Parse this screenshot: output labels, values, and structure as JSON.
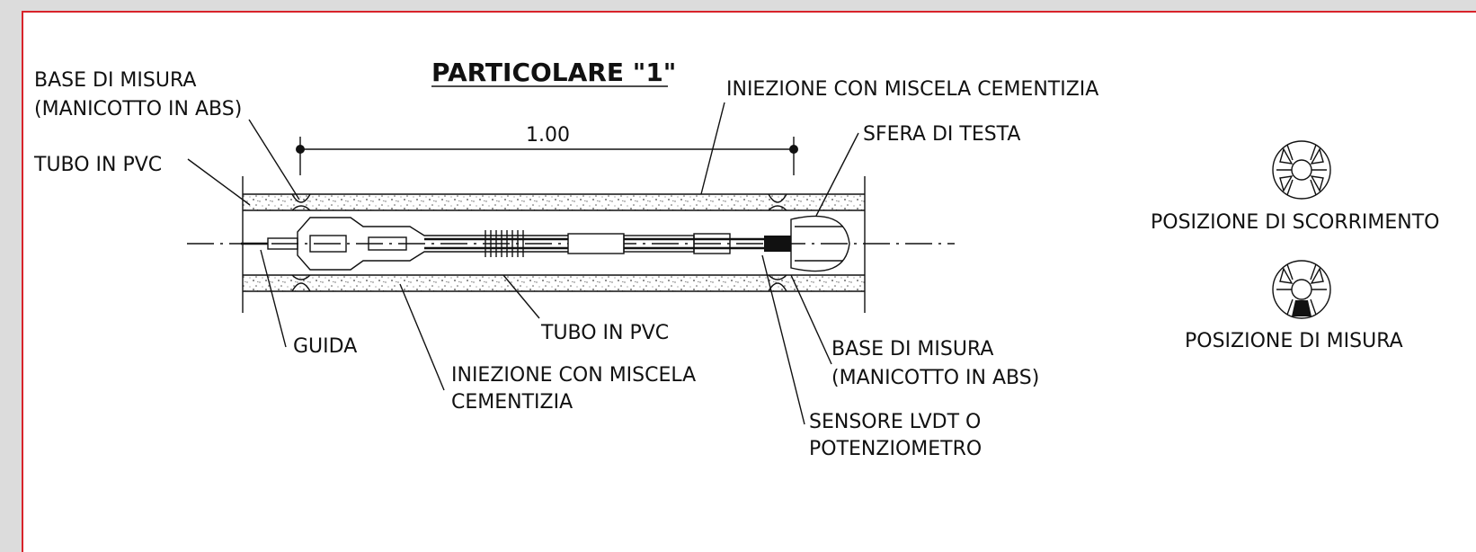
{
  "colors": {
    "border": "#d8232a",
    "background": "#dcdcdc",
    "ink": "#111111"
  },
  "title": "PARTICOLARE \"1\"",
  "dimension": "1.00",
  "labels": {
    "base_top_1": "BASE DI MISURA",
    "base_top_2": "(MANICOTTO IN ABS)",
    "tubo_top": "TUBO IN PVC",
    "iniezione_top": "INIEZIONE CON MISCELA CEMENTIZIA",
    "sfera": "SFERA DI TESTA",
    "guida": "GUIDA",
    "tubo_bottom": "TUBO IN PVC",
    "iniezione_bottom_1": "INIEZIONE CON MISCELA",
    "iniezione_bottom_2": "CEMENTIZIA",
    "base_bottom_1": "BASE DI MISURA",
    "base_bottom_2": "(MANICOTTO IN ABS)",
    "sensore_1": "SENSORE LVDT O",
    "sensore_2": "POTENZIOMETRO",
    "pos_scorrimento": "POSIZIONE DI SCORRIMENTO",
    "pos_misura": "POSIZIONE DI MISURA"
  }
}
